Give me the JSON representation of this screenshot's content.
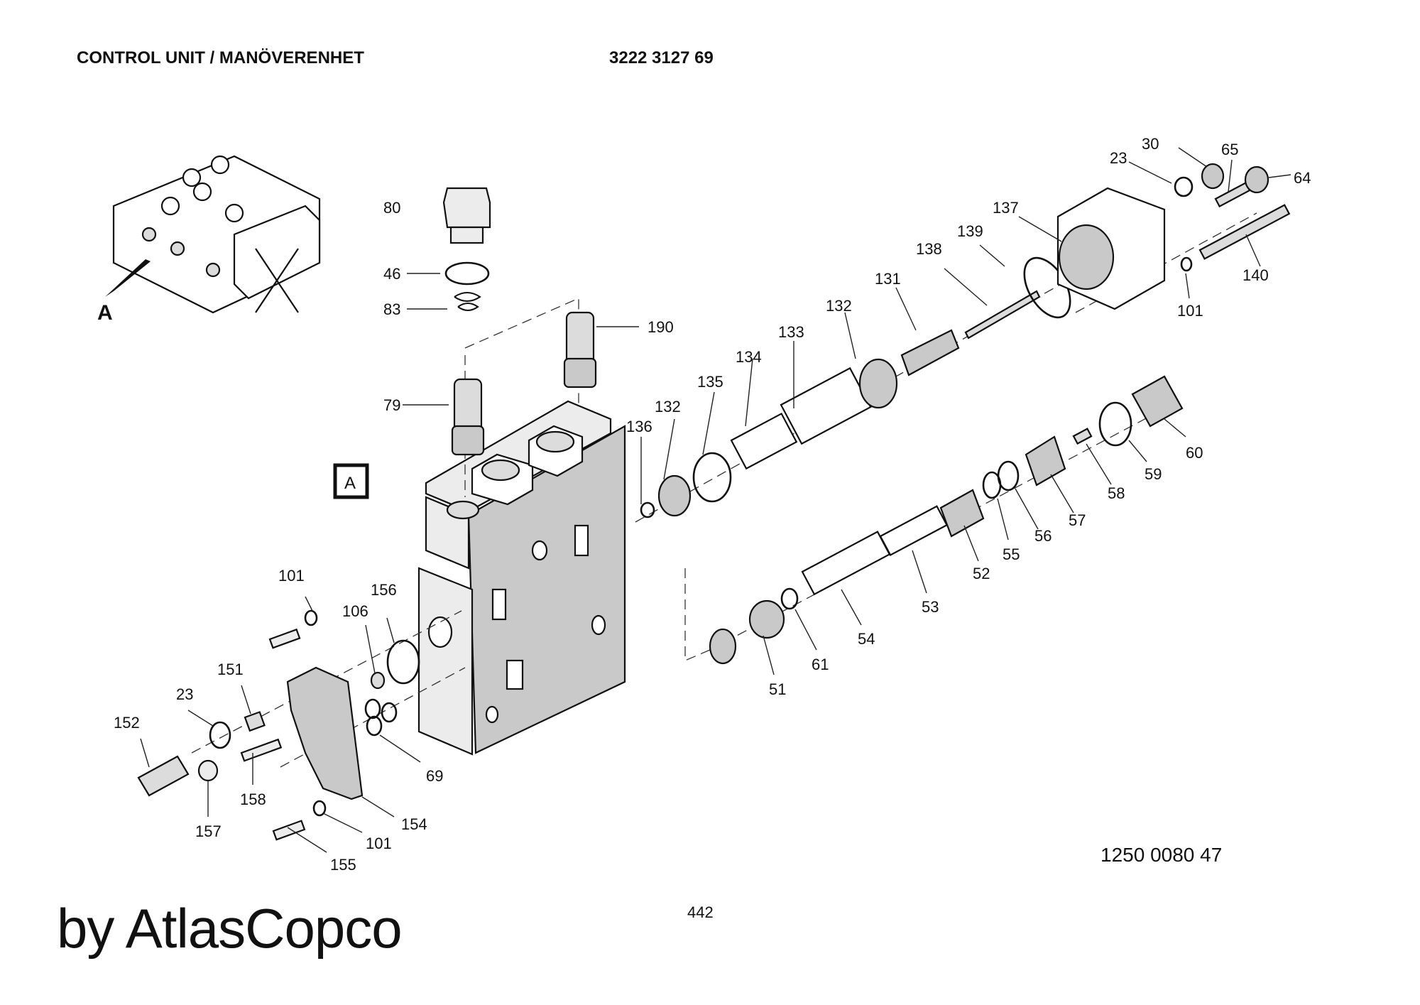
{
  "header": {
    "title": "CONTROL UNIT / MANÖVERENHET",
    "part_number": "3222 3127 69"
  },
  "overview_view_label": "A",
  "view_box_label": "A",
  "drawing_number": "1250 0080 47",
  "page_number": "442",
  "brand": "by AtlasCopco",
  "callouts": {
    "c80": "80",
    "c46": "46",
    "c83": "83",
    "c190": "190",
    "c79": "79",
    "c136": "136",
    "c132a": "132",
    "c135": "135",
    "c134": "134",
    "c133": "133",
    "c132b": "132",
    "c131": "131",
    "c138": "138",
    "c139": "139",
    "c137": "137",
    "c23a": "23",
    "c30": "30",
    "c65": "65",
    "c64": "64",
    "c140": "140",
    "c101a": "101",
    "c60": "60",
    "c59": "59",
    "c58": "58",
    "c57": "57",
    "c56": "56",
    "c55": "55",
    "c52": "52",
    "c53": "53",
    "c54": "54",
    "c61": "61",
    "c51": "51",
    "c101b": "101",
    "c156": "156",
    "c106": "106",
    "c151": "151",
    "c23b": "23",
    "c152": "152",
    "c158": "158",
    "c157": "157",
    "c69": "69",
    "c154": "154",
    "c101c": "101",
    "c155": "155"
  }
}
